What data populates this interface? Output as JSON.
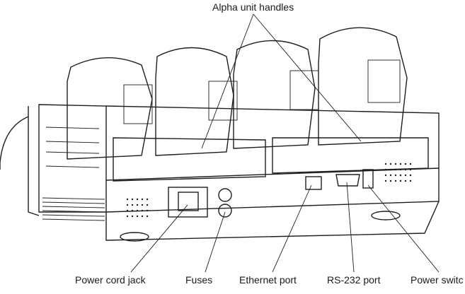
{
  "figure": {
    "callouts": {
      "alpha_unit_handles": "Alpha unit handles",
      "power_cord_jack": "Power cord jack",
      "fuses": "Fuses",
      "ethernet_port": "Ethernet port",
      "rs232_port": "RS-232 port",
      "power_switch": "Power switc"
    }
  }
}
